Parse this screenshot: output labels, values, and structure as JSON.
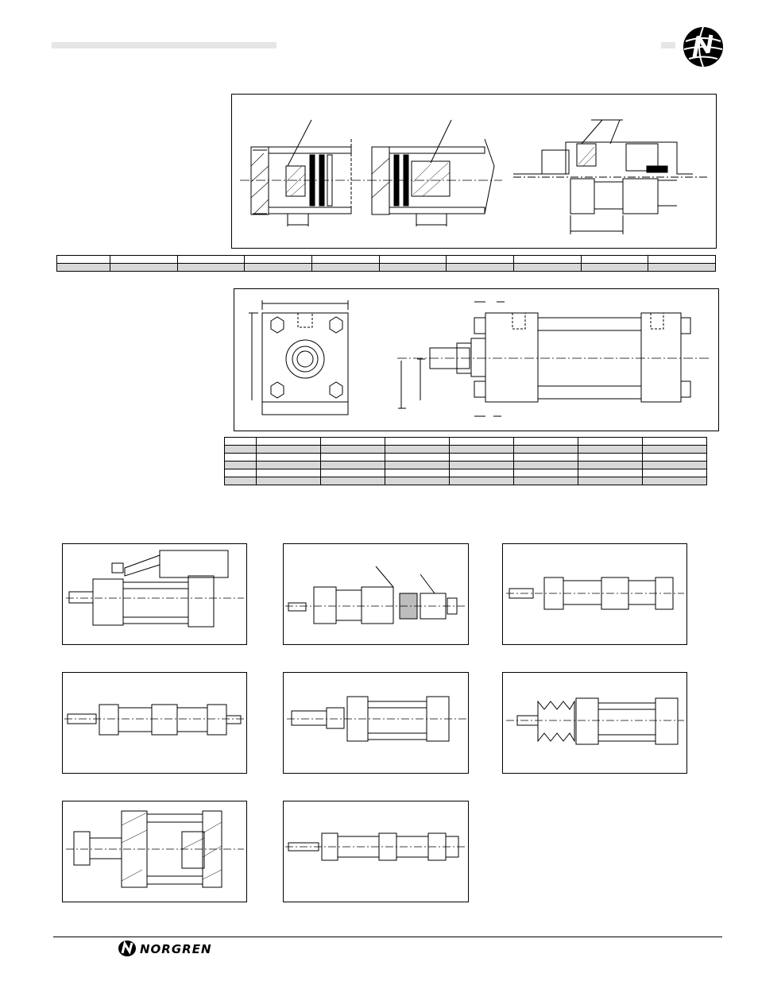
{
  "brand": {
    "wordmark": "NORGREN",
    "logo_icon": "norgren-n-globe-icon",
    "accent": "#000000"
  },
  "header": {
    "title_bar_color": "#e6e6e6"
  },
  "tables": {
    "seal_table": {
      "rows": 2,
      "cols": 10
    },
    "dimension_table": {
      "rows": 6,
      "cols": 8
    }
  },
  "drawings": [
    "cushioning-section-drawing",
    "mounting-dimension-drawing",
    "cylinder-option-rod-lock",
    "cylinder-option-rod-end-coupler",
    "cylinder-option-tandem",
    "cylinder-option-double-rod",
    "cylinder-option-oversize-rod",
    "cylinder-option-rod-boot",
    "cylinder-option-cutaway",
    "cylinder-option-multi-position"
  ]
}
